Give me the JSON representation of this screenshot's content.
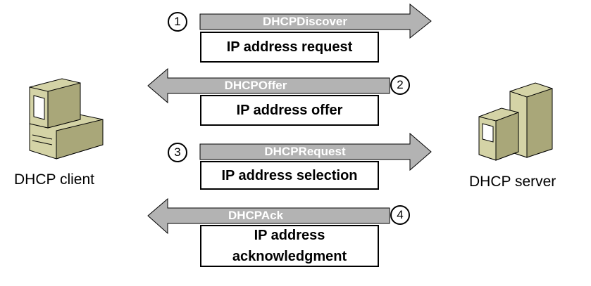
{
  "client": {
    "label": "DHCP client",
    "icon": "client-computer-icon"
  },
  "server": {
    "label": "DHCP server",
    "icon": "server-computer-icon"
  },
  "steps": [
    {
      "number": "1",
      "message": "DHCPDiscover",
      "description": "IP address request",
      "direction": "client-to-server"
    },
    {
      "number": "2",
      "message": "DHCPOffer",
      "description": "IP address offer",
      "direction": "server-to-client"
    },
    {
      "number": "3",
      "message": "DHCPRequest",
      "description": "IP address selection",
      "direction": "client-to-server"
    },
    {
      "number": "4",
      "message": "DHCPAck",
      "description": "IP address\nacknowledgment",
      "direction": "server-to-client"
    }
  ],
  "colors": {
    "arrow_fill": "#b3b3b3",
    "arrow_outline": "#000000",
    "computer_body": "#d4d3a6",
    "computer_shade": "#a9a779",
    "screen": "#ffffff"
  }
}
